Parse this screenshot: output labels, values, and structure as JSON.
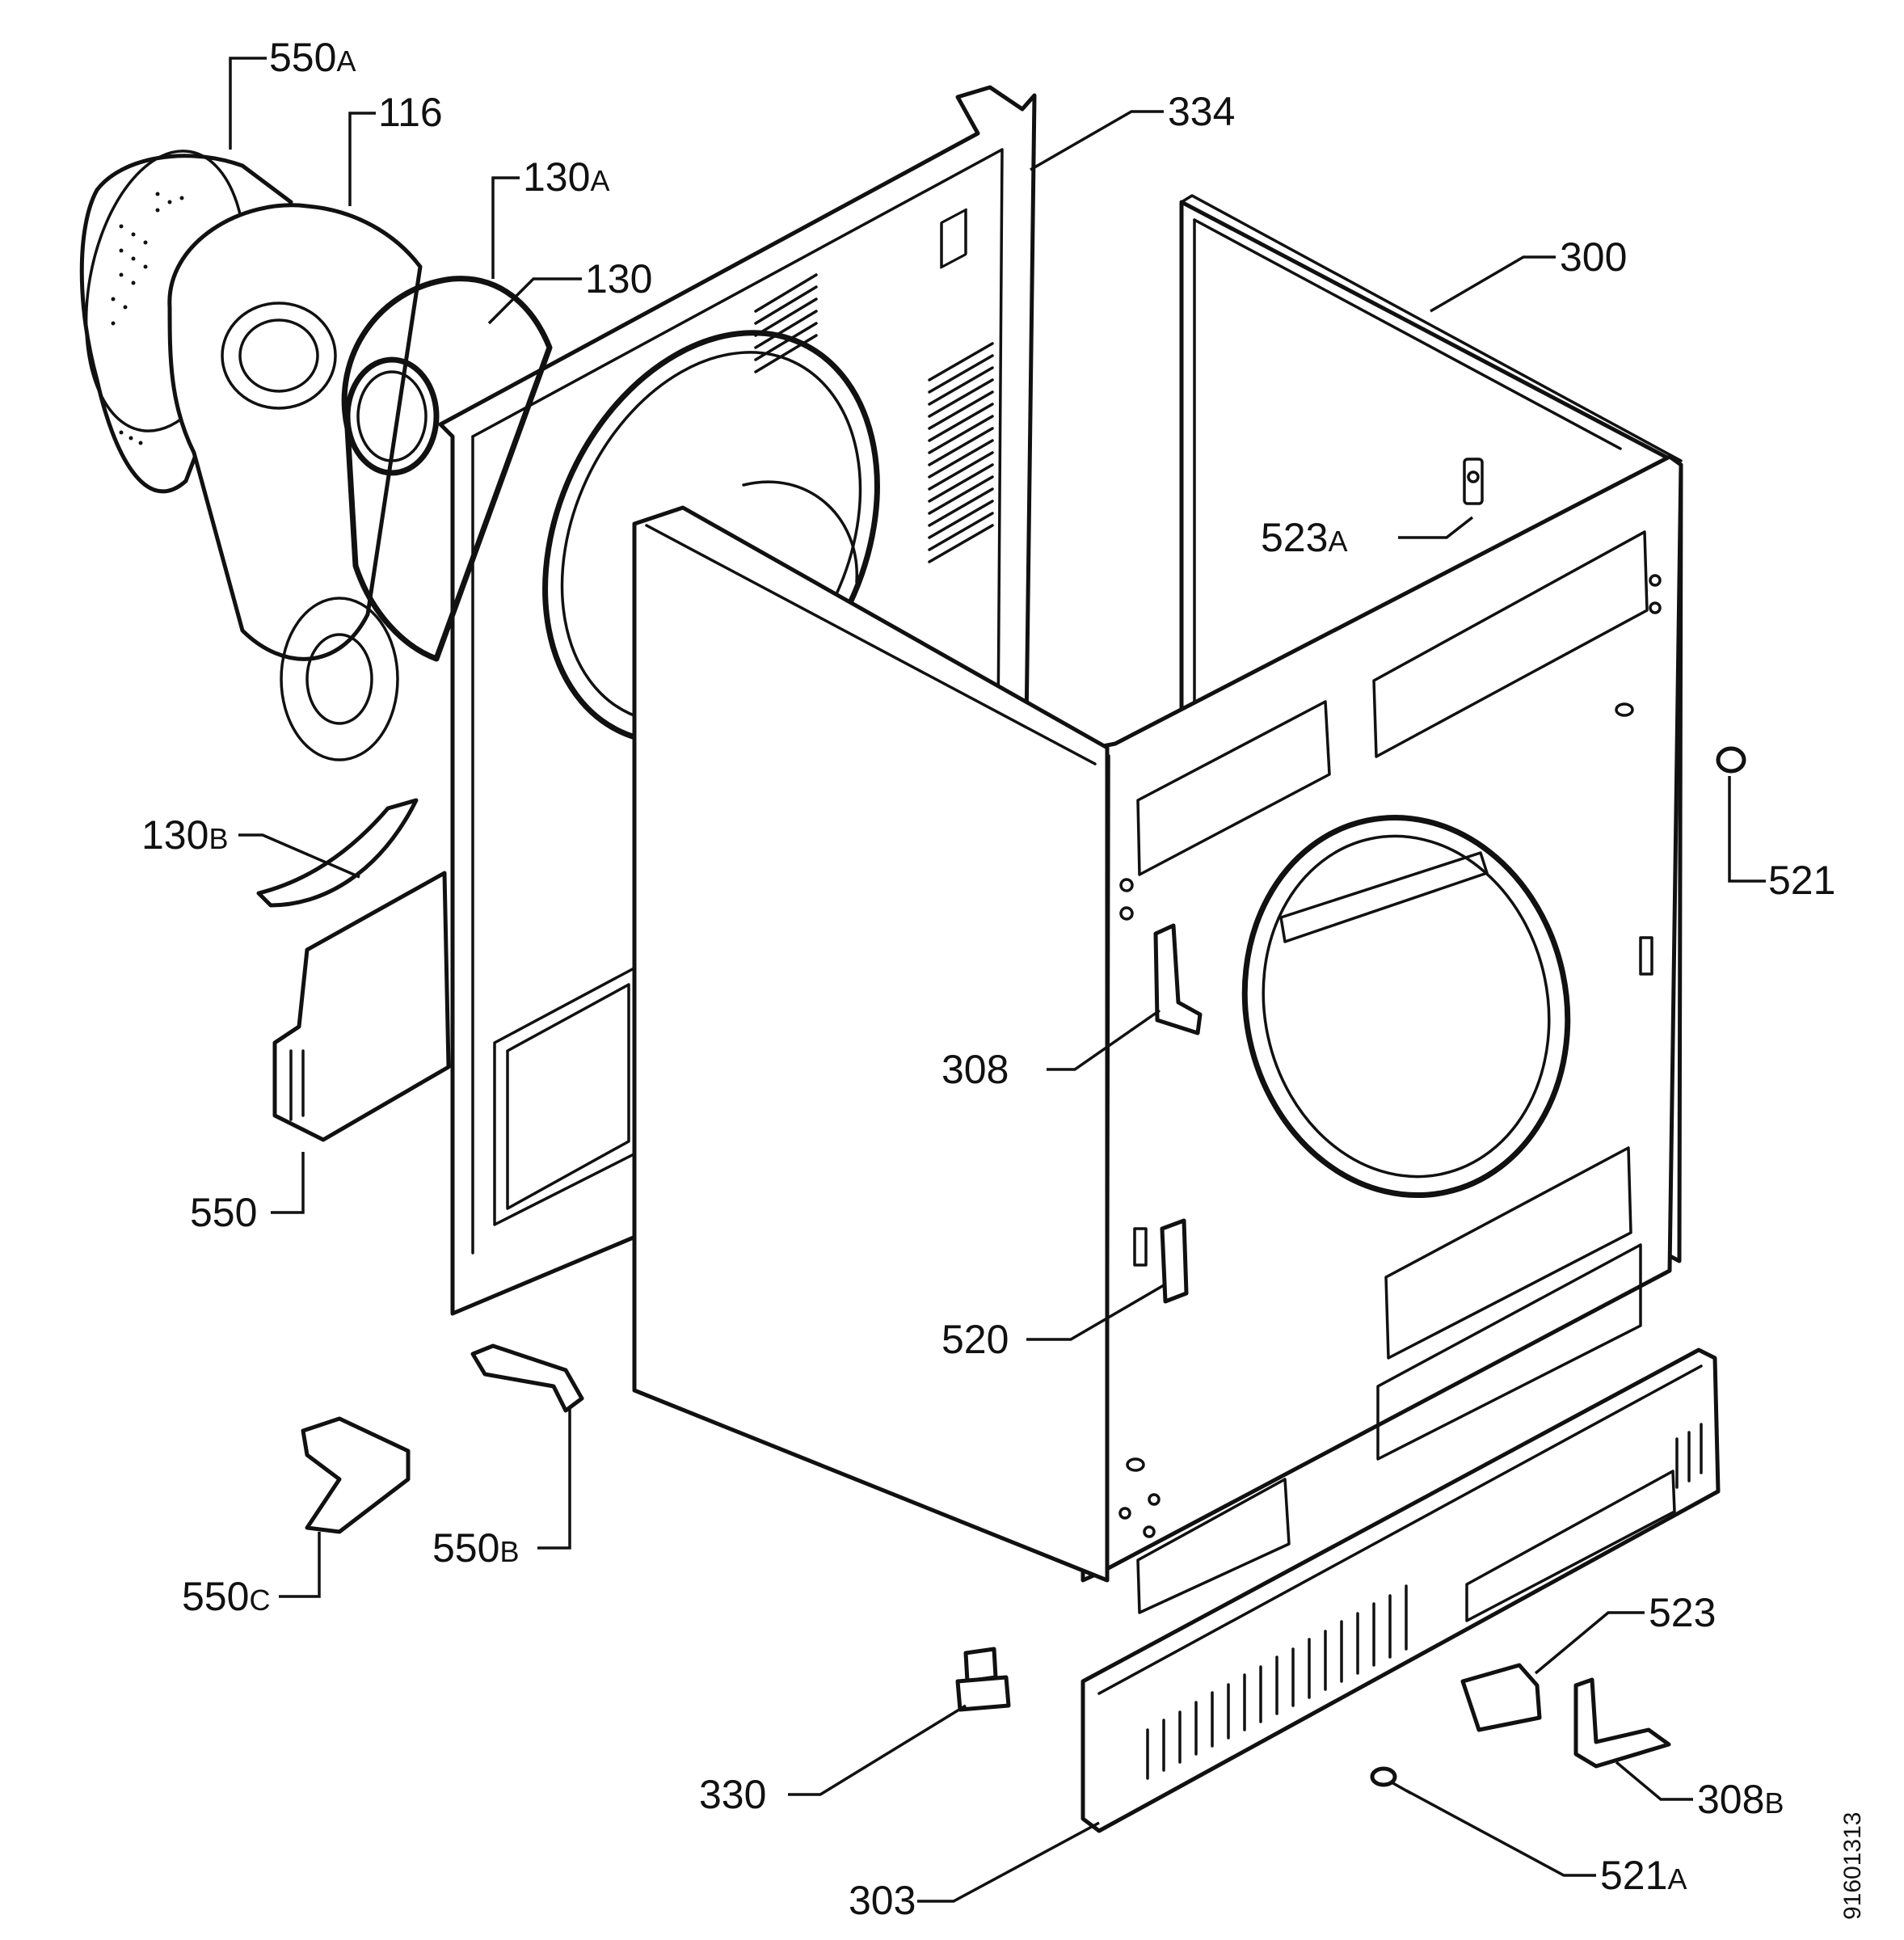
{
  "callouts": [
    {
      "id": "550a",
      "num": "550",
      "suffix": "A"
    },
    {
      "id": "116",
      "num": "116",
      "suffix": ""
    },
    {
      "id": "130a",
      "num": "130",
      "suffix": "A"
    },
    {
      "id": "130",
      "num": "130",
      "suffix": ""
    },
    {
      "id": "334",
      "num": "334",
      "suffix": ""
    },
    {
      "id": "300",
      "num": "300",
      "suffix": ""
    },
    {
      "id": "523a",
      "num": "523",
      "suffix": "A"
    },
    {
      "id": "521",
      "num": "521",
      "suffix": ""
    },
    {
      "id": "130b",
      "num": "130",
      "suffix": "B"
    },
    {
      "id": "308",
      "num": "308",
      "suffix": ""
    },
    {
      "id": "550",
      "num": "550",
      "suffix": ""
    },
    {
      "id": "520",
      "num": "520",
      "suffix": ""
    },
    {
      "id": "550b",
      "num": "550",
      "suffix": "B"
    },
    {
      "id": "550c",
      "num": "550",
      "suffix": "C"
    },
    {
      "id": "523",
      "num": "523",
      "suffix": ""
    },
    {
      "id": "330",
      "num": "330",
      "suffix": ""
    },
    {
      "id": "308b",
      "num": "308",
      "suffix": "B"
    },
    {
      "id": "303",
      "num": "303",
      "suffix": ""
    },
    {
      "id": "521a",
      "num": "521",
      "suffix": "A"
    }
  ],
  "document_number": "91601313"
}
